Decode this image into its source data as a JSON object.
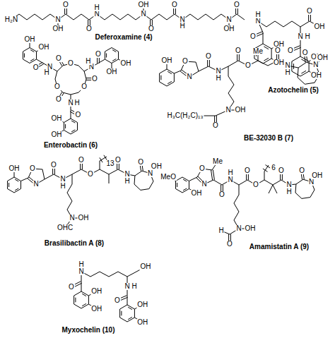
{
  "diagram": {
    "labels": [
      "H₂N",
      "N",
      "OH",
      "O",
      "O",
      "N",
      "H",
      "N",
      "OH",
      "O",
      "O",
      "N",
      "H",
      "N",
      "OH",
      "O",
      "Deferoxamine (4)",
      "OH",
      "O",
      "N",
      "H",
      "O",
      "OH",
      "OH",
      "N",
      "H",
      "O",
      "OH",
      "OH",
      "Azotochelin (5)",
      "O",
      "O",
      "N",
      "H",
      "O",
      "OH",
      "OH",
      "O",
      "O",
      "N",
      "H",
      "O",
      "OH",
      "OH",
      "O",
      "O",
      "N",
      "H",
      "O",
      "OH",
      "OH",
      "Enterobactin (6)",
      "OH",
      "O",
      "N",
      "O",
      "N",
      "H",
      "O",
      "O",
      "Me",
      "O",
      "N",
      "H",
      "O",
      "N",
      "OH",
      "N",
      "OH",
      "O",
      "H₃C(H₂C)₁₃",
      "BE-32030 B (7)",
      "OH",
      "O",
      "N",
      "O",
      "N",
      "H",
      "O",
      "O",
      "13",
      "O",
      "N",
      "H",
      "O",
      "N",
      "OH",
      "N",
      "OH",
      "OHC",
      "Brasilibactin A (8)",
      "MeO",
      "OH",
      "O",
      "N",
      "Me",
      "O",
      "N",
      "H",
      "O",
      "O",
      "6",
      "O",
      "N",
      "H",
      "O",
      "N",
      "OH",
      "N",
      "OH",
      "H",
      "O",
      "Amamistatin A (9)",
      "N",
      "H",
      "O",
      "OH",
      "OH",
      "OH",
      "N",
      "H",
      "O",
      "OH",
      "OH",
      "Myxochelin (10)"
    ]
  }
}
